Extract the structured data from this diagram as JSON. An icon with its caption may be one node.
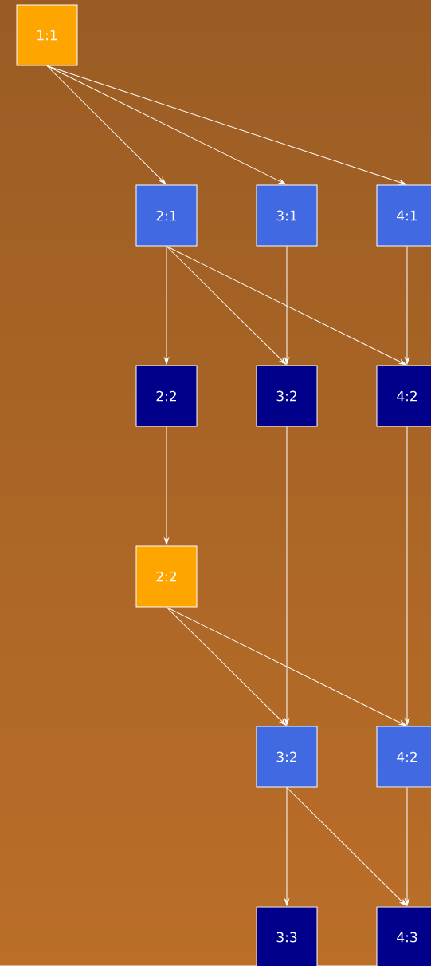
{
  "diagram": {
    "nodes": [
      {
        "text": [
          "1:1"
        ]
      },
      {
        "text": [
          "2:1"
        ]
      },
      {
        "text": [
          "3:1"
        ]
      },
      {
        "text": [
          "4:1"
        ]
      },
      {
        "text": [
          "2:2"
        ]
      },
      {
        "text": [
          "3:2"
        ]
      },
      {
        "text": [
          "4:2"
        ]
      },
      {
        "text": [
          "2:2"
        ]
      },
      {
        "text": [
          "3:2"
        ]
      },
      {
        "text": [
          "4:2"
        ]
      },
      {
        "text": [
          "3:3"
        ]
      },
      {
        "text": [
          "4:3"
        ]
      }
    ],
    "edges": [
      {
        "from": 0,
        "to": 1,
        "arrow": "to"
      },
      {
        "from": 0,
        "to": 2,
        "arrow": "to"
      },
      {
        "from": 0,
        "to": 3,
        "arrow": "to"
      },
      {
        "from": 1,
        "to": 4,
        "arrow": "to"
      },
      {
        "from": 1,
        "to": 5,
        "arrow": "to"
      },
      {
        "from": 1,
        "to": 6,
        "arrow": "to"
      },
      {
        "from": 2,
        "to": 5,
        "arrow": "to"
      },
      {
        "from": 3,
        "to": 6,
        "arrow": "to"
      },
      {
        "from": 4,
        "to": 7,
        "arrow": "to"
      },
      {
        "from": 5,
        "to": 8,
        "arrow": "to"
      },
      {
        "from": 6,
        "to": 9,
        "arrow": "to"
      },
      {
        "from": 7,
        "to": 8,
        "arrow": "to"
      },
      {
        "from": 7,
        "to": 9,
        "arrow": "to"
      },
      {
        "from": 8,
        "to": 10,
        "arrow": "to"
      },
      {
        "from": 8,
        "to": 11,
        "arrow": "to"
      },
      {
        "from": 9,
        "to": 11,
        "arrow": "to"
      }
    ]
  }
}
